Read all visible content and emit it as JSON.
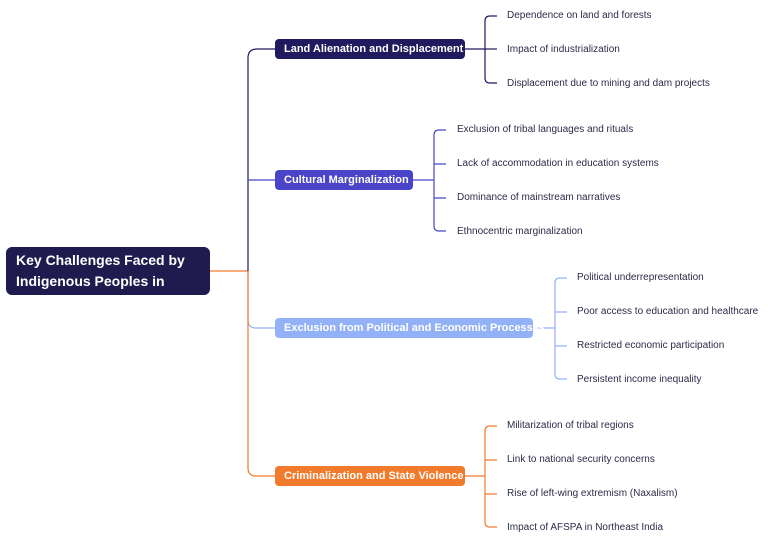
{
  "diagram": {
    "root": {
      "line1": "Key Challenges Faced by",
      "line2": "Indigenous Peoples in India"
    },
    "branches": [
      {
        "label": "Land Alienation and Displacement",
        "color": "#1f1b5e",
        "items": [
          "Dependence on land and forests",
          "Impact of industrialization",
          "Displacement due to mining and dam projects"
        ]
      },
      {
        "label": "Cultural Marginalization",
        "color": "#4a45c8",
        "items": [
          "Exclusion of tribal languages and rituals",
          "Lack of accommodation in education systems",
          "Dominance of mainstream narratives",
          "Ethnocentric marginalization"
        ]
      },
      {
        "label": "Exclusion from Political and Economic Processes",
        "color": "#93b1f7",
        "items": [
          "Political underrepresentation",
          "Poor access to education and healthcare",
          "Restricted economic participation",
          "Persistent income inequality"
        ]
      },
      {
        "label": "Criminalization and State Violence",
        "color": "#f27a2c",
        "items": [
          "Militarization of tribal regions",
          "Link to national security concerns",
          "Rise of left-wing extremism (Naxalism)",
          "Impact of AFSPA in Northeast India"
        ]
      }
    ]
  }
}
